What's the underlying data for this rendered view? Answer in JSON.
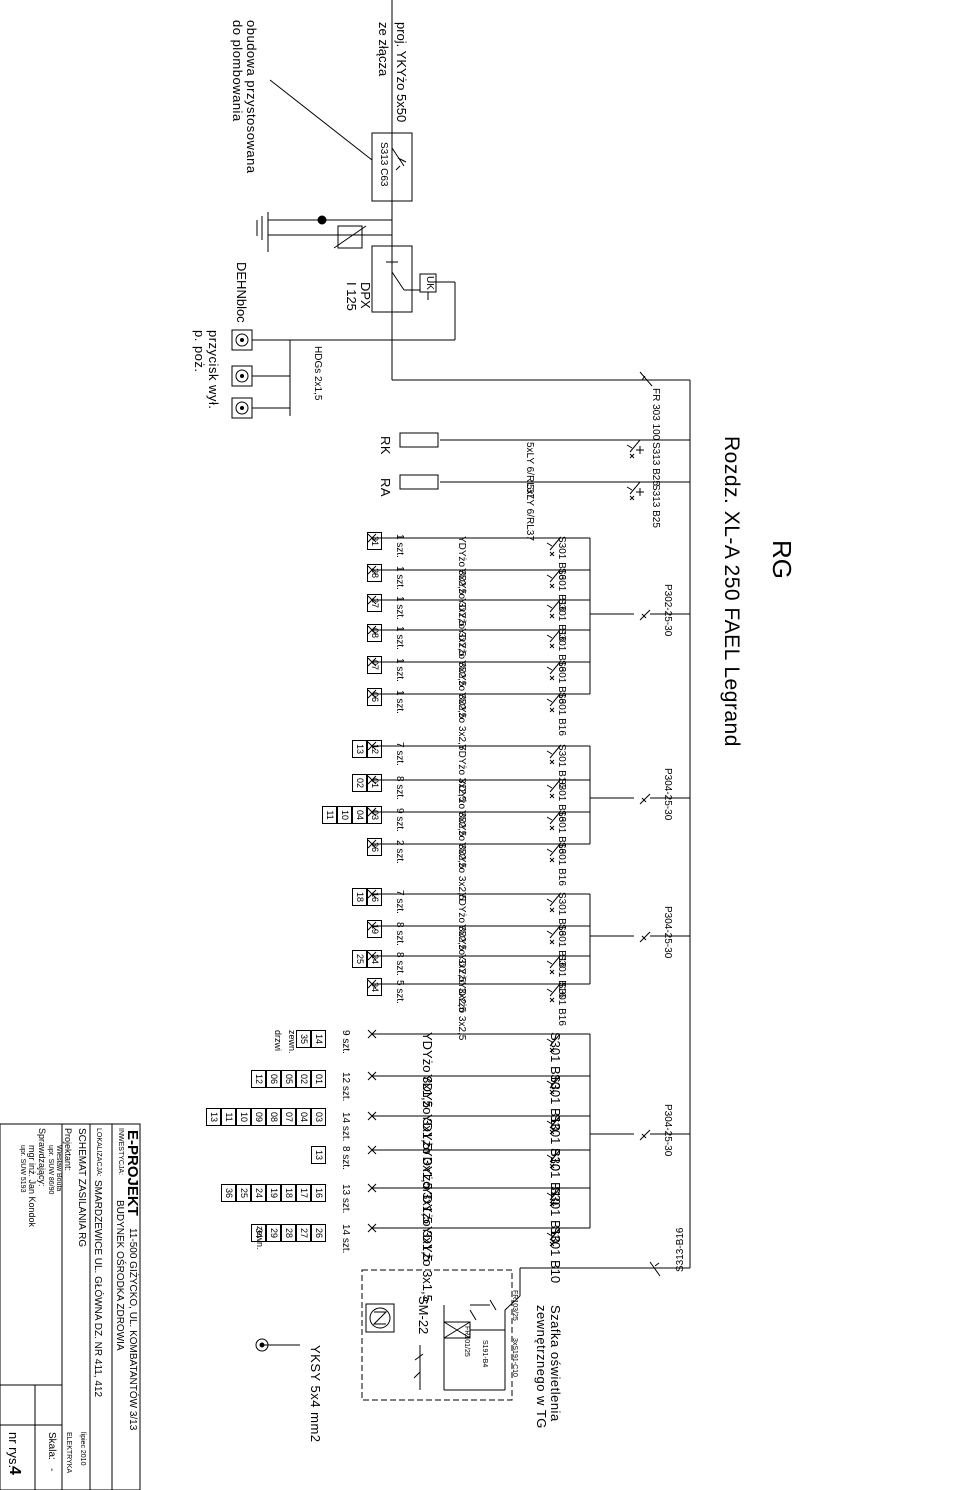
{
  "title": "Rozdz. XL-A 250 FAEL Legrand",
  "board_code": "RG",
  "supply": {
    "cable": "proj. YKYżo 5x50",
    "origin": "ze złącza",
    "housing_note_1": "obudowa przystosowana",
    "housing_note_2": "do plombowania"
  },
  "main_breaker": "S313 C63",
  "surge": {
    "name": "DEHNbloc"
  },
  "dpx": {
    "name": "DPX",
    "rating": "I 125",
    "coil": "UK"
  },
  "fire_switch": {
    "cable": "HDGs 2x1,5",
    "label_1": "przycisk wył.",
    "label_2": "p. poż."
  },
  "fr": "FR 303 100",
  "rk_ra": [
    {
      "breaker": "S313 B25",
      "cable": "5xLY 6/RL37",
      "name": "RK"
    },
    {
      "breaker": "S313 B25",
      "cable": "5xLY 6/RL37",
      "name": "RA"
    }
  ],
  "rcd_groups": [
    {
      "rcd": "P302-25-30",
      "circuits": [
        {
          "breaker": "S301 B16",
          "cable": "YDYżo 3x2,5",
          "qty": "1 szt.",
          "ids": [
            "31"
          ]
        },
        {
          "breaker": "S301 B16",
          "cable": "YDYżo 3x2,5",
          "qty": "1 szt.",
          "ids": [
            "28"
          ]
        },
        {
          "breaker": "S301 B16",
          "cable": "YDYżo 3x2,5",
          "qty": "1 szt.",
          "ids": [
            "27"
          ]
        },
        {
          "breaker": "S301 B16",
          "cable": "YDYżo 3x2,5",
          "qty": "1 szt.",
          "ids": [
            "08"
          ]
        },
        {
          "breaker": "S301 B16",
          "cable": "YDYżo 3x2,5",
          "qty": "1 szt.",
          "ids": [
            "07"
          ]
        },
        {
          "breaker": "S301 B16",
          "cable": "YDYżo 3x2,5",
          "qty": "1 szt.",
          "ids": [
            "06"
          ]
        }
      ]
    },
    {
      "rcd": "P304-25-30",
      "circuits": [
        {
          "breaker": "S301 B16",
          "cable": "YDYżo 3x2,5",
          "qty": "7 szt.",
          "ids": [
            "12",
            "13"
          ]
        },
        {
          "breaker": "S301 B16",
          "cable": "YDYżo 3x2,5",
          "qty": "8 szt.",
          "ids": [
            "01",
            "02"
          ]
        },
        {
          "breaker": "S301 B16",
          "cable": "YDYżo 3x2,5",
          "qty": "9 szt.",
          "ids": [
            "03",
            "04",
            "10",
            "11"
          ]
        },
        {
          "breaker": "S301 B16",
          "cable": "YDYżo 3x2,5",
          "qty": "2 szt.",
          "ids": [
            "36"
          ]
        }
      ]
    },
    {
      "rcd": "P304-25-30",
      "circuits": [
        {
          "breaker": "S301 B16",
          "cable": "YDYżo 3x2,5",
          "qty": "7 szt.",
          "ids": [
            "16",
            "18"
          ]
        },
        {
          "breaker": "S301 B16",
          "cable": "YDYżo 3x2,5",
          "qty": "8 szt.",
          "ids": [
            "19"
          ]
        },
        {
          "breaker": "S301 B16",
          "cable": "YDYżo 3x2,5",
          "qty": "8 szt.",
          "ids": [
            "24",
            "25"
          ]
        },
        {
          "breaker": "S301 B16",
          "cable": "YDYżo 3x2,5",
          "qty": "5 szt.",
          "ids": [
            "34"
          ]
        }
      ]
    },
    {
      "rcd": "P304-25-30",
      "circuits": [
        {
          "breaker": "S301 B10",
          "cable": "YDYżo 3x1,5",
          "qty": "9 szt."
        },
        {
          "breaker": "S301 B10",
          "cable": "YDYżo 3x1,5",
          "qty": "12 szt."
        },
        {
          "breaker": "S301 B10",
          "cable": "YDYżo 3x1,5",
          "qty": "14 szt."
        },
        {
          "breaker": "S301 B10",
          "cable": "YDYżo 3x1,5",
          "qty": "8 szt."
        },
        {
          "breaker": "S301 B10",
          "cable": "YDYżo 3x1,5",
          "qty": "13 szt."
        },
        {
          "breaker": "S301 B10",
          "cable": "YDYżo 3x1,5",
          "qty": "14 szt."
        }
      ]
    }
  ],
  "light_ids": {
    "c1": [
      "14",
      "35"
    ],
    "c1_notes": [
      "zewn.",
      "drzwi"
    ],
    "c2": [
      "01",
      "02",
      "05",
      "06",
      "12"
    ],
    "c3": [
      "03",
      "04",
      "07",
      "08",
      "09",
      "10",
      "11",
      "13"
    ],
    "c4": [
      "13"
    ],
    "c5": [
      "16",
      "17",
      "18",
      "19",
      "24",
      "25",
      "36"
    ],
    "c6": [
      "26",
      "27",
      "28",
      "29",
      "34"
    ],
    "c6_note": "zewn."
  },
  "outdoor": {
    "breaker": "S313-B16",
    "label_1": "Szafka oświetlenia",
    "label_2": "zewnętrznego w TG",
    "fr": "FR103/25",
    "fr2": "FR101/25",
    "s": "3xS191-C10",
    "s2": "S191-B4",
    "clock": "SM-22",
    "cable": "YKSY 5x4 mm2"
  },
  "titleblock": {
    "company": "E-PROJEKT",
    "address": "11-500 GIŻYCKO, UL. KOMBATANTÓW 3/13",
    "inv_label": "INWESTYCJA:",
    "investment": "BUDYNEK OŚRODKA ZDROWIA",
    "loc_label": "LOKALIZACJA:",
    "location": "SMARDZEWICE UL. GŁÓWNA DZ. NR 411, 412",
    "drawing": "SCHEMAT ZASILANIA RG",
    "date": "lipiec 2010",
    "branch": "ELEKTRYKA",
    "designer_label": "Projektant:",
    "designer": "Wiesław Bouta",
    "designer_lic": "upr. SUW 86/90",
    "checker_label": "Sprawdzający:",
    "checker": "mgr inż. Jan Kondok",
    "checker_lic": "upr. SUW 5193",
    "scale_label": "Skala:",
    "scale": "-",
    "sheet_label": "nr rys.",
    "sheet": "4"
  }
}
